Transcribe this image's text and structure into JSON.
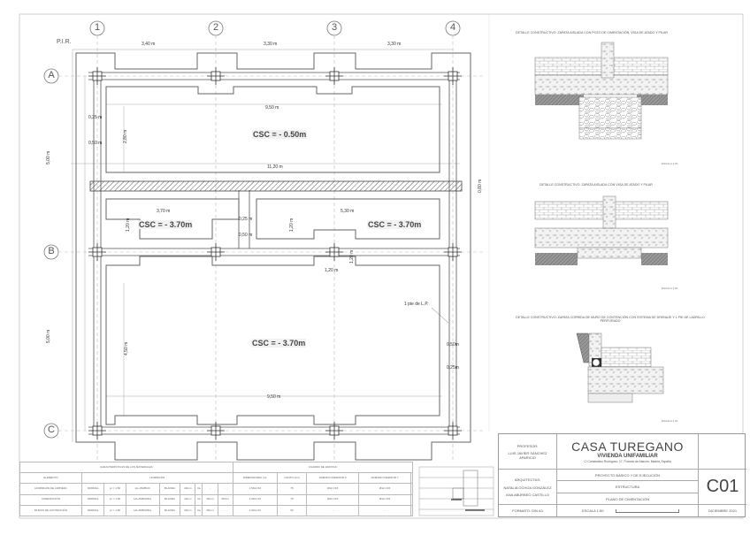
{
  "plan": {
    "axes_columns": [
      "1",
      "2",
      "3",
      "4"
    ],
    "axes_rows": [
      "A",
      "B",
      "C"
    ],
    "pir_label": "P.I.R.",
    "dims_top": [
      "3,40 m",
      "3,30 m",
      "3,30 m"
    ],
    "dims_left": [
      "5,00 m",
      "5,00 m"
    ],
    "dim_950_top": "9,50 m",
    "dim_1120": "11,20 m",
    "dim_950_bottom": "9,50 m",
    "dim_280": "2,80 m",
    "dim_450": "4,50 m",
    "dim_370": "3,70 m",
    "dim_530": "5,30 m",
    "dim_120_a": "1,20 m",
    "dim_120_b": "1,20 m",
    "dim_120_c": "1,20 m",
    "dim_120_d": "1,20 m",
    "dim_025": "0,25 m",
    "dim_050": "0,50 m",
    "dim_080": "0,80 m",
    "dim_050m": "0,50m",
    "dim_025m": "0,25m",
    "csc_top": "CSC = - 0.50m",
    "csc_mid_left": "CSC = - 3.70m",
    "csc_mid_right": "CSC = - 3.70m",
    "csc_bottom": "CSC = - 3.70m",
    "note_lp": "1 pie de L.P."
  },
  "details": [
    {
      "title": "DETALLE CONSTRUCTIVO: ZAPATA AISLADA CON POZO DE CIMENTACIÓN, VIGA DE ATADO Y PILAR",
      "scale": "ESCALA 1:20"
    },
    {
      "title": "DETALLE CONSTRUCTIVO: ZAPATA AISLADA CON VIGA DE ATADO Y PILAR",
      "scale": "ESCALA 1:20"
    },
    {
      "title": "DETALLE CONSTRUCTIVO: ZAPATA CORRIDA DE MURO DE CONTENCIÓN CON SISTEMA DE DRENAJE Y 1 PIE DE LADRILLO PERFORADO",
      "scale": "ESCALA 1:20"
    }
  ],
  "title_block": {
    "professor_label": "PROFESOR:",
    "professor_name": "LUIS JAVIER SÁNCHEZ APARICIO",
    "project_name": "CASA TUREGANO",
    "project_type": "VIVIENDA UNIFAMILIAR",
    "address": "C/ Constantino Rodríguez, 17, Pozuelo de Alarcón, Madrid, España",
    "architects_label": "ARQUITECTAS:",
    "architect_1": "NATALIA OCHOA GONZÁLEZ",
    "architect_2": "ANA ABURBEO CASTILLO",
    "phase": "PROYECTO BÁSICO Y DE EJECUCIÓN",
    "discipline": "ESTRUCTURA",
    "drawing_name": "PLANO DE CIMENTACIÓN",
    "sheet_code": "C01",
    "format": "FORMATO: DIN A3",
    "scale": "ESCALA 1:50",
    "date": "DICIEMBRE 2021"
  },
  "materials_table": {
    "title": "CARACTERÍSTICAS DE LOS MATERIALES",
    "zapatas_title": "CUADRO DE ZAPATAS",
    "headers": [
      "ELEMENTO",
      "HORMIGÓN",
      "CONTROL",
      "CARACTERÍSTICAS",
      "NIVEL CONTROL",
      "COEF. PONDER.",
      "TIPO",
      "CONSISTENCIA",
      "TAMAÑO MÁX. ÁRIDO",
      "AMBIENTE",
      "RECUBRIMIENTO NOMINAL",
      "ACERO",
      "DIMENSIONES (m)",
      "CANTO (cm)",
      "ARMADO INFERIOR X",
      "ARMADO INFERIOR Y"
    ],
    "rows": [
      [
        "HORMIGÓN DE LIMPIEZA",
        "NORMAL",
        "γc = 1,50",
        "HL-150/B/20",
        "BLANDA",
        "20mm",
        "IIa",
        "-",
        "-"
      ],
      [
        "CIMENTACIÓN",
        "NORMAL",
        "γc = 1,50",
        "HA-25/B/20/IIa",
        "BLANDA",
        "20mm",
        "IIa",
        "35mm",
        "25mm"
      ],
      [
        "MUROS DE CONTENCIÓN",
        "NORMAL",
        "γc = 1,50",
        "HA-25/B/20/IIa",
        "BLANDA",
        "20mm",
        "IIa",
        "35mm",
        "-"
      ]
    ],
    "zapata_rows": [
      [
        "1.50x1.50",
        "75",
        "Ø12 c/15",
        "Ø12 c/15"
      ],
      [
        "2.00x1.50",
        "75",
        "Ø12 c/15",
        "Ø12 c/15"
      ],
      [
        "1.00x1.00",
        "50",
        "-",
        "-"
      ]
    ]
  }
}
